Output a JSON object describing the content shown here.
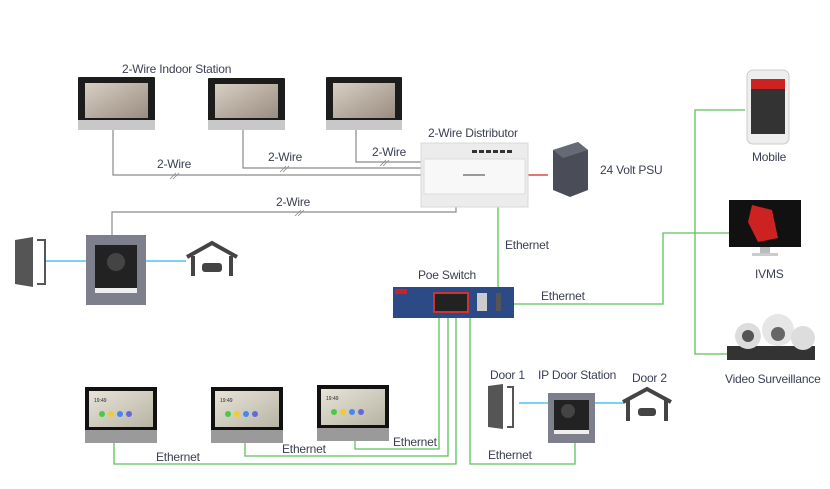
{
  "labels": {
    "indoor_station": "2-Wire Indoor Station",
    "distributor": "2-Wire Distributor",
    "psu": "24 Volt PSU",
    "wire1": "2-Wire",
    "wire2": "2-Wire",
    "wire3": "2-Wire",
    "wire4": "2-Wire",
    "eth_dist_switch": "Ethernet",
    "poe_switch": "Poe Switch",
    "eth_switch_ivms": "Ethernet",
    "mobile": "Mobile",
    "ivms": "IVMS",
    "video_surveillance": "Video Surveillance",
    "eth_monitor1": "Ethernet",
    "eth_monitor2": "Ethernet",
    "eth_monitor3": "Ethernet",
    "eth_door_station": "Ethernet",
    "door1": "Door 1",
    "ip_door_station": "IP Door Station",
    "door2": "Door 2"
  },
  "monitor_clock": "19:49",
  "colors": {
    "two_wire": "#8a8a8a",
    "ethernet": "#5cc15c",
    "lock_wire": "#4fc3f0",
    "power": "#e02020",
    "text": "#3a3f52"
  }
}
